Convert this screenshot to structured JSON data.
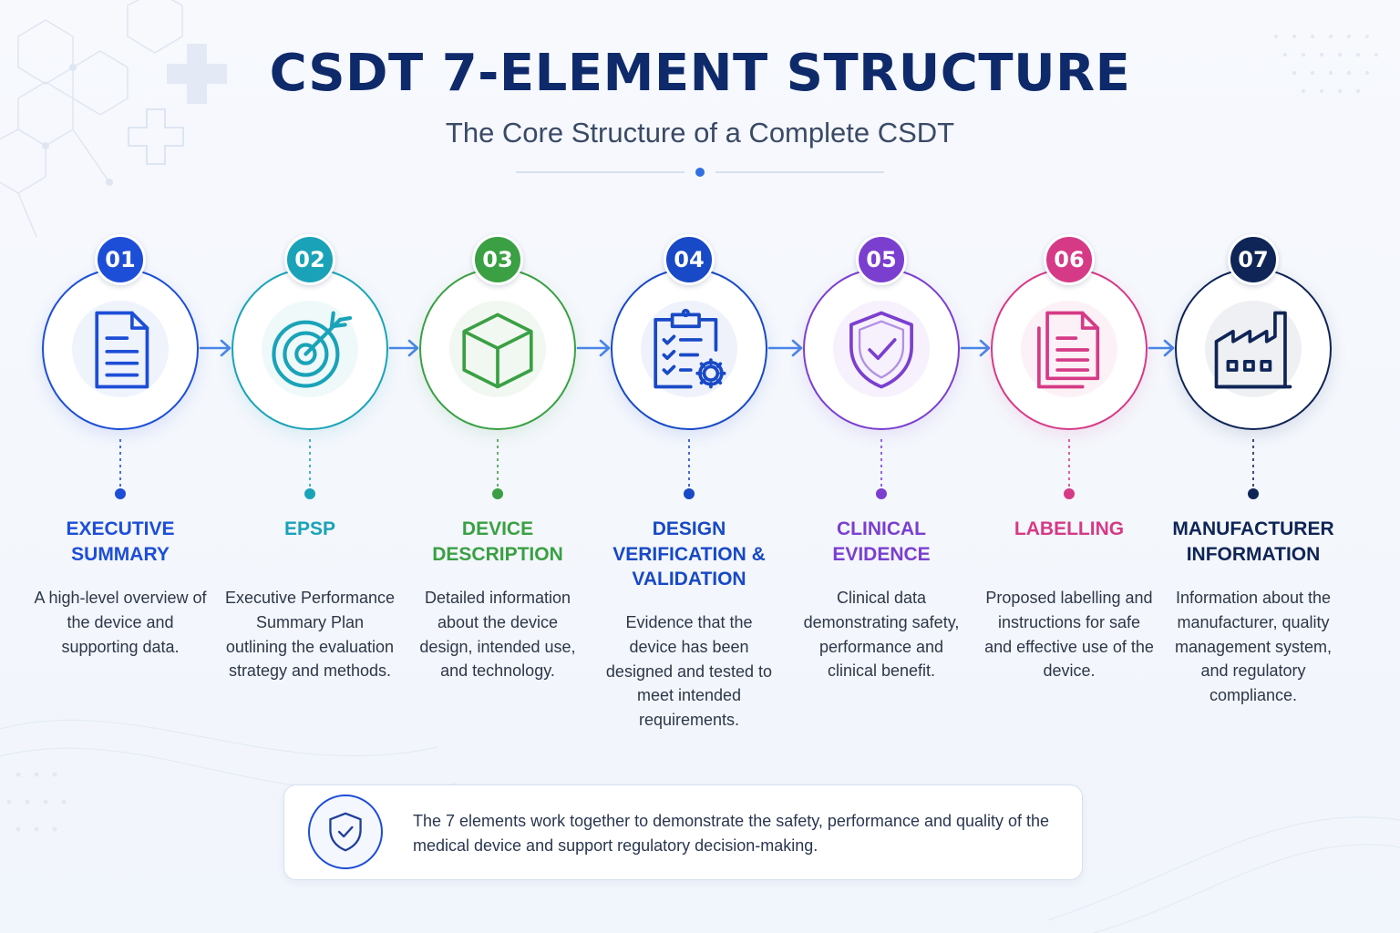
{
  "header": {
    "title": "CSDT 7-ELEMENT STRUCTURE",
    "subtitle": "The Core Structure of a Complete CSDT"
  },
  "elements": [
    {
      "number": "01",
      "title": "EXECUTIVE SUMMARY",
      "description": "A high-level overview of the device and supporting data.",
      "icon": "document-icon",
      "color": "#1d4ed8"
    },
    {
      "number": "02",
      "title": "EPSP",
      "description": "Executive Performance Summary Plan outlining the evaluation strategy and methods.",
      "icon": "target-icon",
      "color": "#1aa3b8"
    },
    {
      "number": "03",
      "title": "DEVICE DESCRIPTION",
      "description": "Detailed information about the device design, intended use, and technology.",
      "icon": "cube-icon",
      "color": "#3aa043"
    },
    {
      "number": "04",
      "title": "DESIGN VERIFICATION & VALIDATION",
      "description": "Evidence that the device has been designed and tested to meet intended requirements.",
      "icon": "clipboard-gear-icon",
      "color": "#1849c6"
    },
    {
      "number": "05",
      "title": "CLINICAL EVIDENCE",
      "description": "Clinical data demonstrating safety, performance and clinical benefit.",
      "icon": "shield-check-icon",
      "color": "#7b3fd0"
    },
    {
      "number": "06",
      "title": "LABELLING",
      "description": "Proposed labelling and instructions for safe and effective use of the device.",
      "icon": "documents-icon",
      "color": "#d63a86"
    },
    {
      "number": "07",
      "title": "MANUFACTURER INFORMATION",
      "description": "Information about the manufacturer, quality management system, and regulatory compliance.",
      "icon": "factory-icon",
      "color": "#0f2557"
    }
  ],
  "footer_note": {
    "icon": "shield-check-icon",
    "text": "The 7 elements work together to demonstrate the safety, performance and quality of the medical device and support regulatory decision-making."
  }
}
